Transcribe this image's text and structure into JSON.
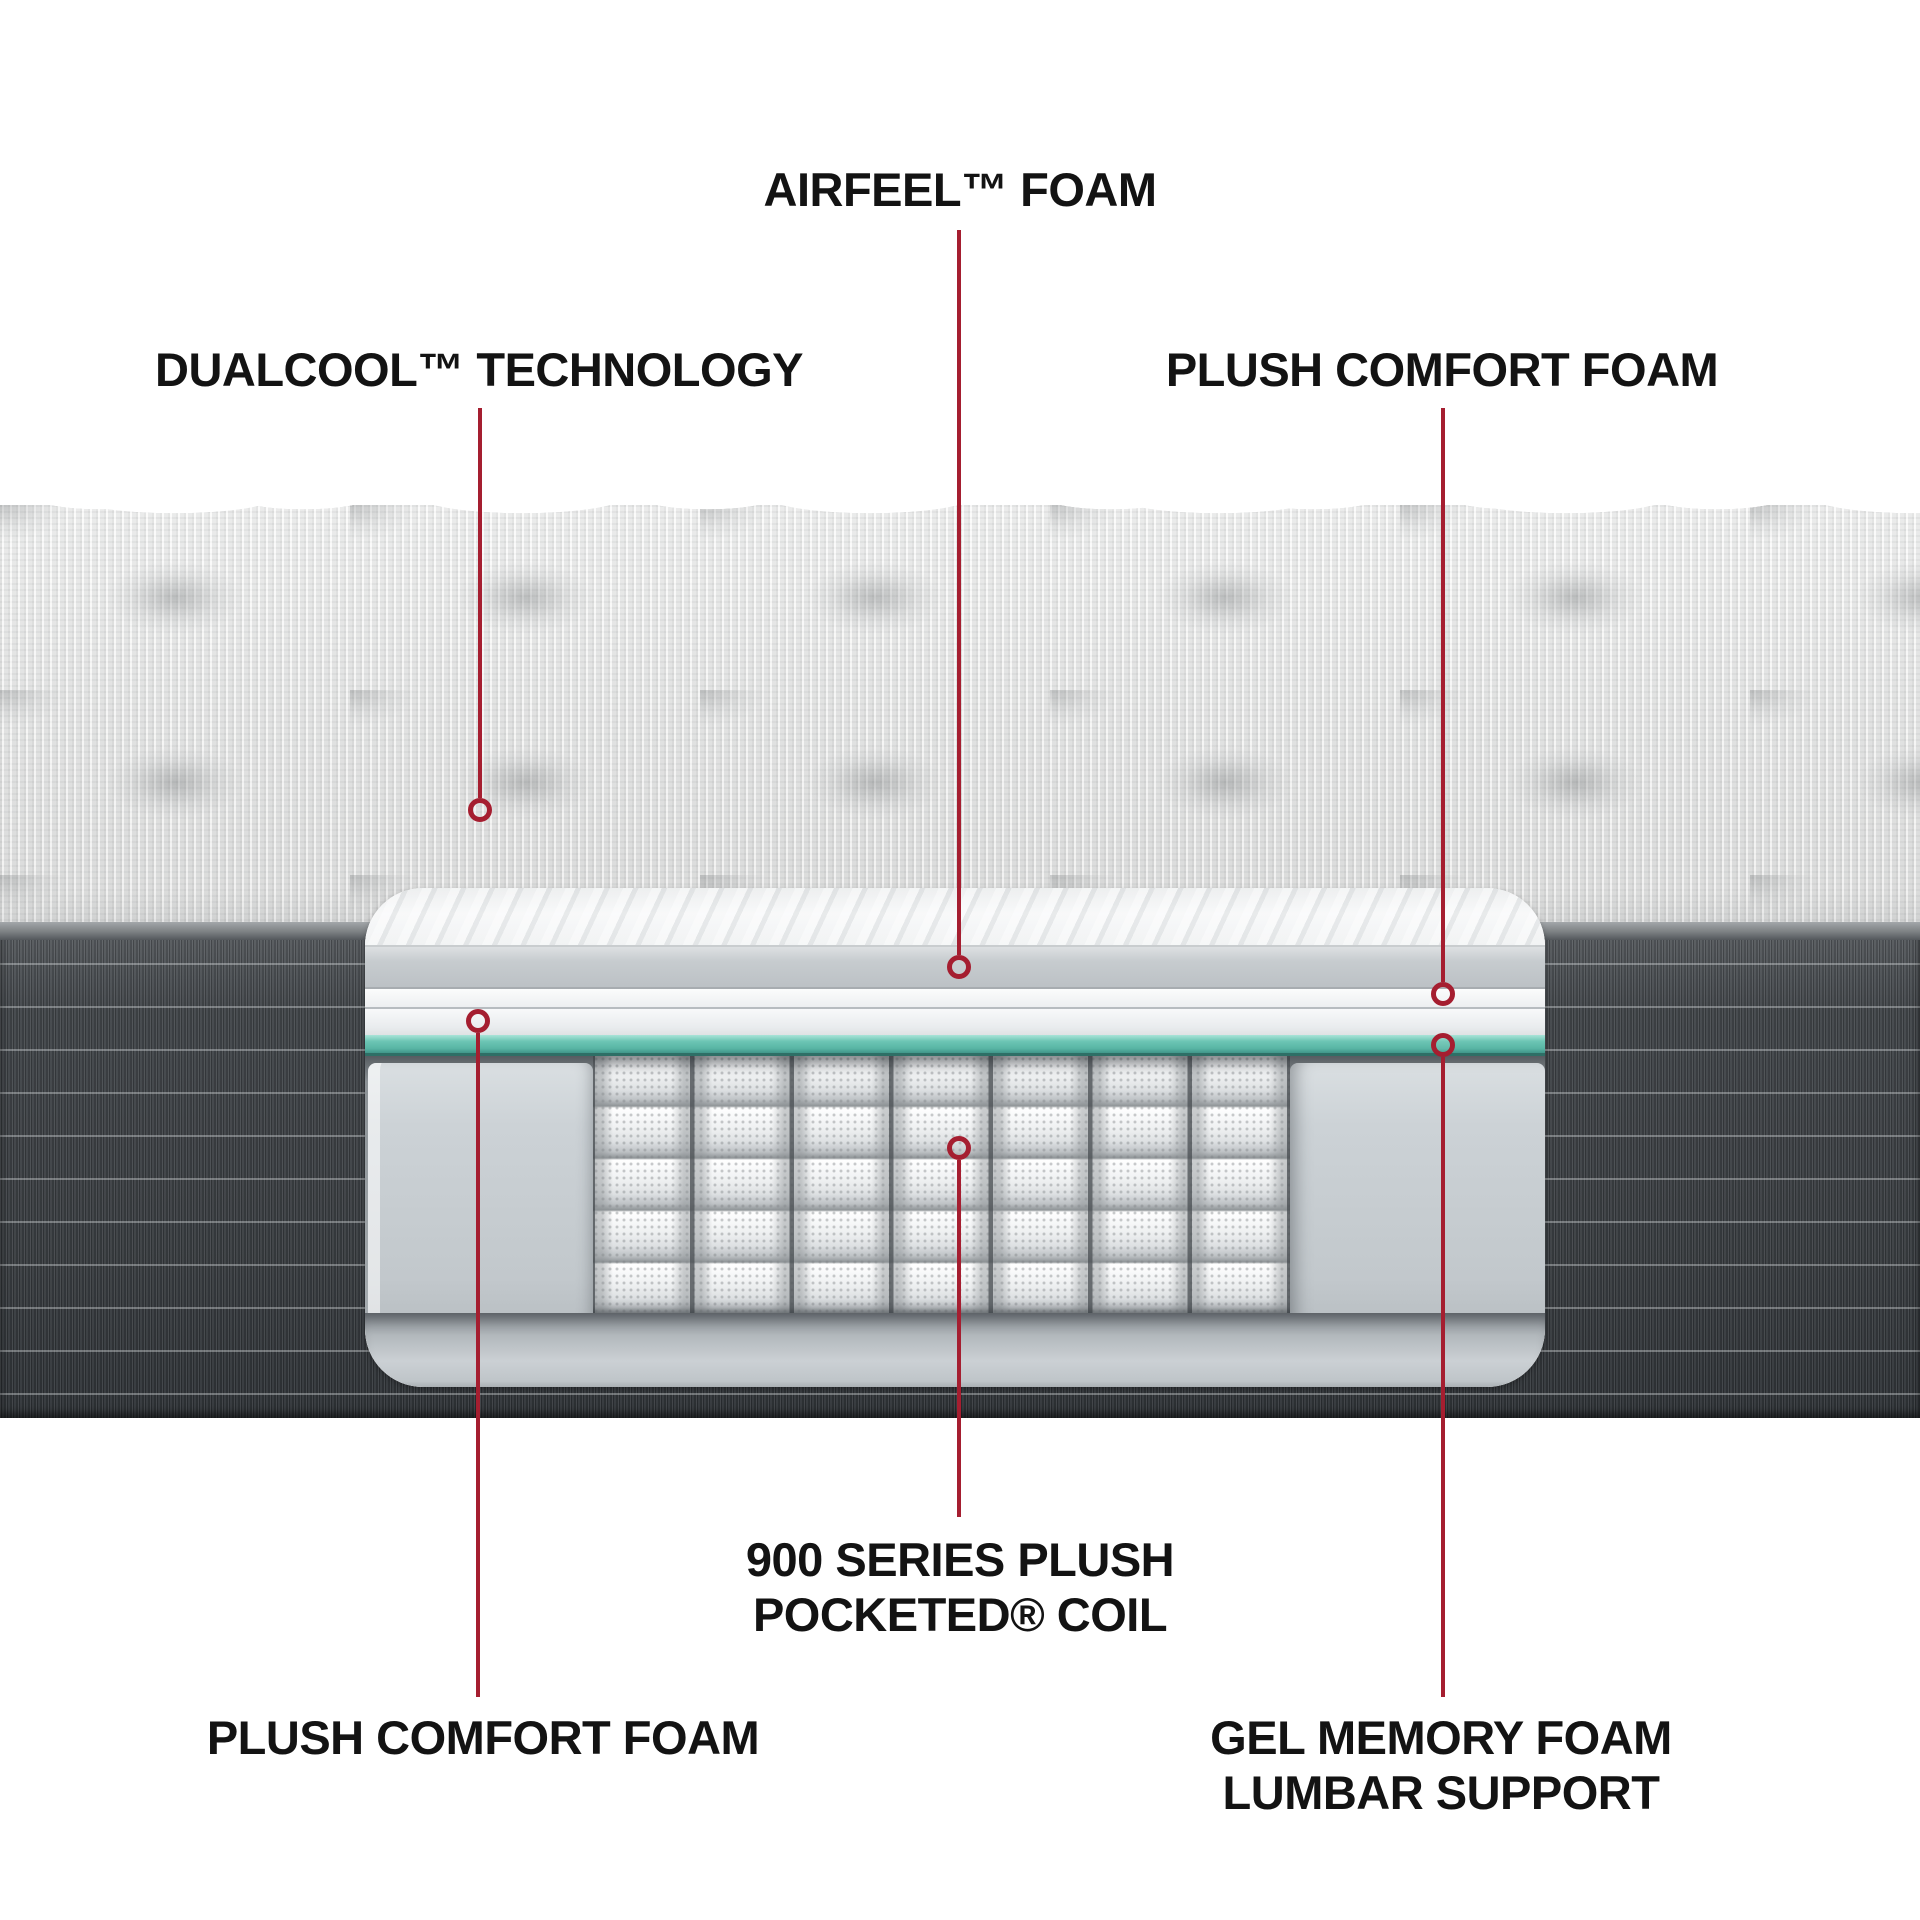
{
  "callouts": {
    "airfeel": {
      "label": "AIRFEEL™ FOAM"
    },
    "dualcool": {
      "label": "DUALCOOL™ TECHNOLOGY"
    },
    "plush_comfort_top": {
      "label": "PLUSH COMFORT FOAM"
    },
    "pocketed_coil": {
      "label_line1": "900 SERIES PLUSH",
      "label_line2": "POCKETED® COIL"
    },
    "plush_comfort_bottom": {
      "label": "PLUSH COMFORT FOAM"
    },
    "gel_memory": {
      "label_line1": "GEL MEMORY FOAM",
      "label_line2": "LUMBAR SUPPORT"
    }
  },
  "colors": {
    "accent_red": "#a51e30",
    "gel_teal_layer": "#6cc5b4",
    "label_text": "#131313",
    "background": "#ffffff",
    "side_fabric": "#3f4347"
  }
}
